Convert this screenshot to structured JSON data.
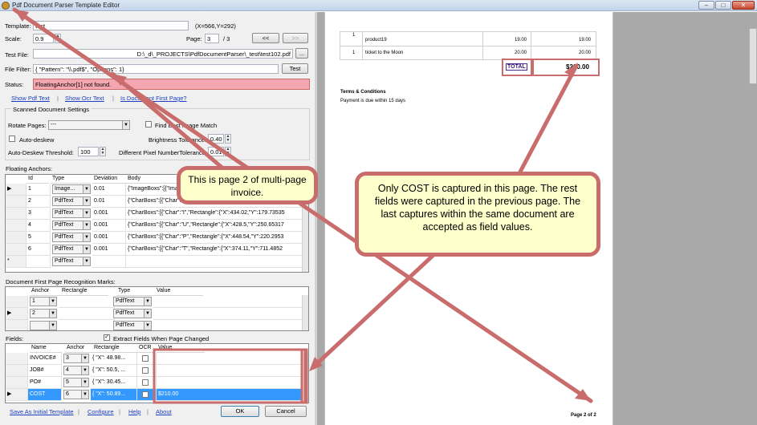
{
  "window": {
    "title": "Pdf Document Parser Template Editor"
  },
  "form": {
    "template_label": "Template:",
    "template_value": "test",
    "coords": "(X=566,Y=292)",
    "scale_label": "Scale:",
    "scale_value": "0.9",
    "page_label": "Page:",
    "page_value": "3",
    "page_total": "/ 3",
    "prev_label": "<<",
    "next_label": ">>",
    "testfile_label": "Test File:",
    "testfile_value": "D:\\_d\\_PROJECTS\\PdfDocumentParser\\_test\\test102.pdf",
    "browse_label": "...",
    "filefilter_label": "File Filter:",
    "filefilter_value": "{  \"Pattern\": \"\\\\.pdf$\",  \"Options\": 1}",
    "test_label": "Test",
    "status_label": "Status:",
    "status_value": "FloatingAnchor[1] not found.",
    "links": [
      "Show Pdf Text",
      "Show Ocr Text",
      "Is Document First Page?"
    ]
  },
  "scanned": {
    "group_title": "Scanned Document Settings",
    "rotate_label": "Rotate Pages:",
    "rotate_value": "---",
    "find_best_label": "Find Best Image Match",
    "autodeskew_label": "Auto-deskew",
    "brightness_label": "Brightness Tolerance:",
    "brightness_value": "0.40",
    "threshold_label": "Auto-Deskew Threshold:",
    "threshold_value": "100",
    "diffpixel_label": "Different Pixel NumberTolerance:",
    "diffpixel_value": "0.01"
  },
  "anchors": {
    "title": "Floating Anchors:",
    "columns": [
      "Id",
      "Type",
      "Deviation",
      "Body"
    ],
    "rows": [
      {
        "id": "1",
        "type": "Image...",
        "dev": "0.01",
        "body": "{\"ImageBoxs\":[{\"Ima"
      },
      {
        "id": "2",
        "type": "PdfText",
        "dev": "0.01",
        "body": "{\"CharBoxs\":[{\"Char\":\"I\",\"Rectangle\":{\"X\":50.5"
      },
      {
        "id": "3",
        "type": "PdfText",
        "dev": "0.001",
        "body": "{\"CharBoxs\":[{\"Char\":\"I\",\"Rectangle\":{\"X\":434.02,\"Y\":179.73535"
      },
      {
        "id": "4",
        "type": "PdfText",
        "dev": "0.001",
        "body": "{\"CharBoxs\":[{\"Char\":\"U\",\"Rectangle\":{\"X\":428.5,\"Y\":250.65317"
      },
      {
        "id": "5",
        "type": "PdfText",
        "dev": "0.001",
        "body": "{\"CharBoxs\":[{\"Char\":\"P\",\"Rectangle\":{\"X\":448.54,\"Y\":220.2953"
      },
      {
        "id": "6",
        "type": "PdfText",
        "dev": "0.001",
        "body": "{\"CharBoxs\":[{\"Char\":\"T\",\"Rectangle\":{\"X\":374.11,\"Y\":711.4852"
      },
      {
        "id": "",
        "type": "PdfText",
        "dev": "",
        "body": ""
      }
    ]
  },
  "marks": {
    "title": "Document First Page Recognition Marks:",
    "columns": [
      "Anchor",
      "Rectangle",
      "Type",
      "Value"
    ],
    "rows": [
      {
        "anchor": "1",
        "rect": "",
        "type": "PdfText",
        "value": ""
      },
      {
        "anchor": "2",
        "rect": "",
        "type": "PdfText",
        "value": ""
      },
      {
        "anchor": "",
        "rect": "",
        "type": "PdfText",
        "value": ""
      }
    ]
  },
  "fields": {
    "title": "Fields:",
    "extract_label": "Extract Fields When Page Changed",
    "columns": [
      "Name",
      "Anchor",
      "Rectangle",
      "OCR",
      "Value"
    ],
    "rows": [
      {
        "name": "INVOICE#",
        "anchor": "3",
        "rect": "{ \"X\": 48.98...",
        "value": ""
      },
      {
        "name": "JOB#",
        "anchor": "4",
        "rect": "{ \"X\": 50.5, ...",
        "value": ""
      },
      {
        "name": "PO#",
        "anchor": "5",
        "rect": "{ \"X\": 30.45...",
        "value": ""
      },
      {
        "name": "COST",
        "anchor": "6",
        "rect": "{ \"X\": 50.89...",
        "value": "$210.00"
      }
    ]
  },
  "footer": {
    "links": [
      "Save As Initial Template",
      "Configure",
      "Help",
      "About"
    ],
    "ok_label": "OK",
    "cancel_label": "Cancel"
  },
  "document": {
    "rows": [
      {
        "qty": "1",
        "desc": "product19",
        "price": "19.00",
        "amount": "19.00"
      },
      {
        "qty": "1",
        "desc": "ticket to the Moon",
        "price": "20.00",
        "amount": "20.00"
      }
    ],
    "total_label": "TOTAL",
    "total_value": "$210.00",
    "terms_title": "Terms & Conditions",
    "terms_text": "Payment is due within 15 days",
    "page_text": "Page 2 of 2"
  },
  "callouts": {
    "page2": "This is page 2 of multi-page invoice.",
    "cost": "Only COST is captured in this page. The rest fields were captured in the previous page. The last captures within the same document are accepted as field values."
  },
  "colors": {
    "status_bg": "#f4a7b0",
    "selected_row": "#3399ff",
    "arrow": "#c86c6c",
    "callout_bg": "#ffffcc"
  }
}
